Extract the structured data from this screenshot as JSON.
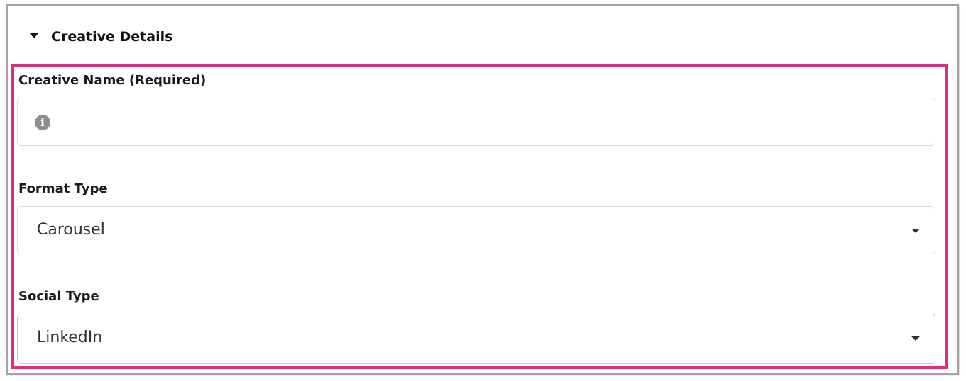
{
  "section": {
    "title": "Creative Details",
    "expanded": true
  },
  "fields": {
    "creative_name": {
      "label": "Creative Name (Required)",
      "value": "",
      "icon": "info-icon"
    },
    "format_type": {
      "label": "Format Type",
      "value": "Carousel"
    },
    "social_type": {
      "label": "Social Type",
      "value": "LinkedIn"
    }
  },
  "colors": {
    "highlight": "#d6307f",
    "border": "#a3a3a3",
    "focus": "#a8d4e6"
  }
}
